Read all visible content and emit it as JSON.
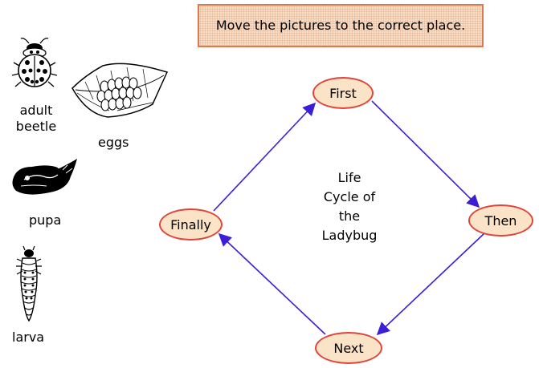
{
  "instruction": "Move the pictures to the correct place.",
  "center_title": "Life\nCycle of\nthe\nLadybug",
  "stages": {
    "first": "First",
    "then": "Then",
    "next": "Next",
    "finally": "Finally"
  },
  "pictures": {
    "adult_label": "adult\nbeetle",
    "eggs_label": "eggs",
    "pupa_label": "pupa",
    "larva_label": "larva"
  },
  "colors": {
    "arrow": "#3a1fd6",
    "oval_border": "#e0453a",
    "oval_fill": "#fbe3c7",
    "instruction_border": "#d97a4f",
    "instruction_fill": "#f7dcc6"
  }
}
